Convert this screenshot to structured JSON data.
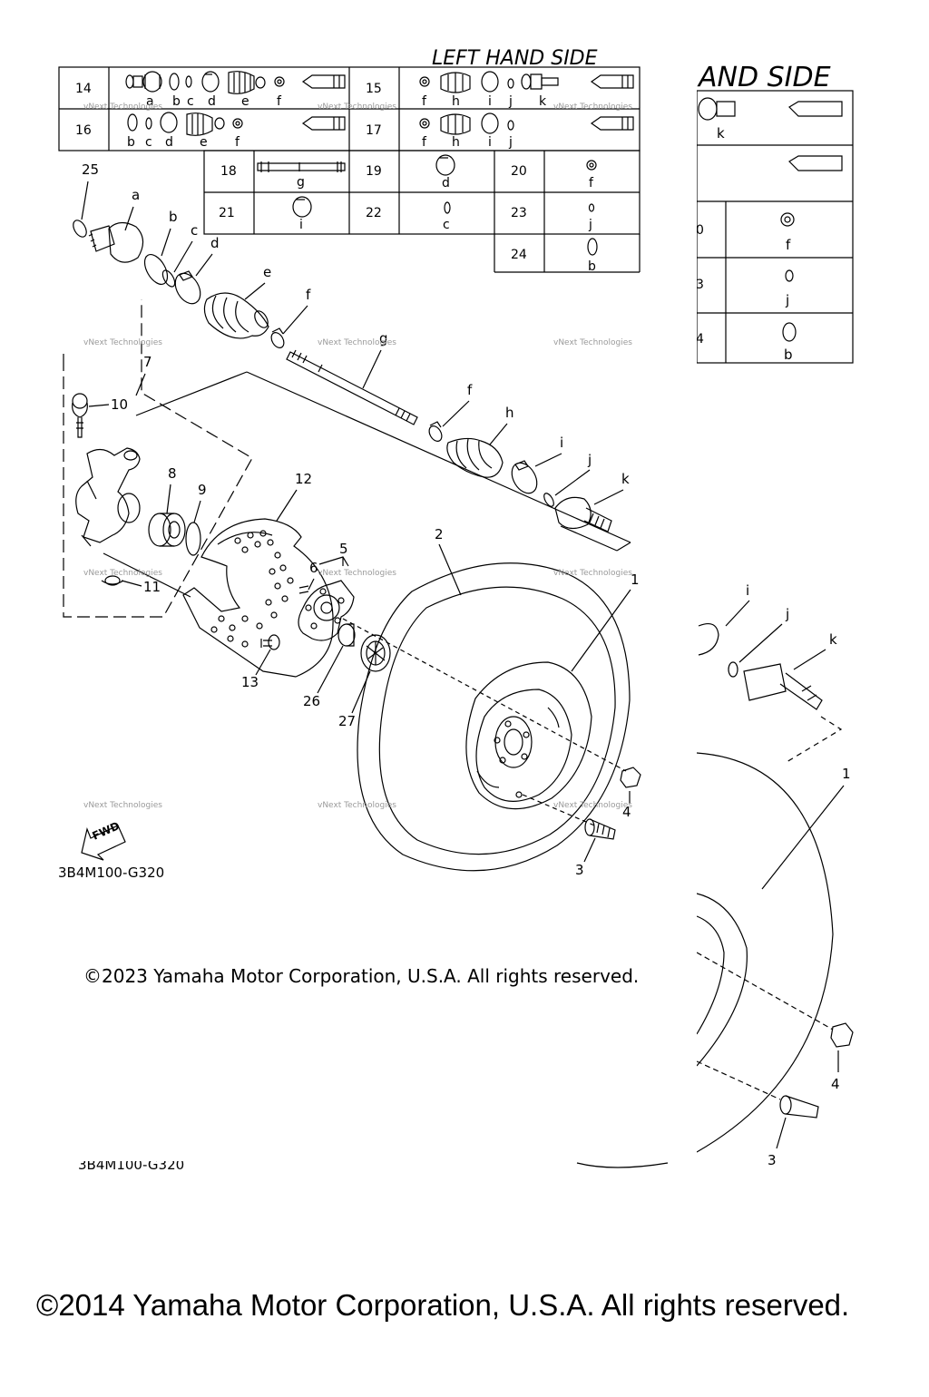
{
  "header": {
    "left_title": "LEFT HAND SIDE",
    "right_title_fragment": "AND SIDE"
  },
  "kit_table": {
    "rows": [
      {
        "ref": "14",
        "letters": [
          "a",
          "b",
          "c",
          "d",
          "e",
          "f"
        ]
      },
      {
        "ref": "15",
        "letters": [
          "f",
          "h",
          "i",
          "j",
          "k"
        ]
      },
      {
        "ref": "16",
        "letters": [
          "b",
          "c",
          "d",
          "e",
          "f"
        ]
      },
      {
        "ref": "17",
        "letters": [
          "f",
          "h",
          "i",
          "j"
        ]
      }
    ],
    "singles": [
      {
        "ref": "18",
        "letter": "g"
      },
      {
        "ref": "19",
        "letter": "d"
      },
      {
        "ref": "20",
        "letter": "f"
      },
      {
        "ref": "21",
        "letter": "i"
      },
      {
        "ref": "22",
        "letter": "c"
      },
      {
        "ref": "23",
        "letter": "j"
      },
      {
        "ref": "24",
        "letter": "b"
      }
    ]
  },
  "right_table": {
    "cells": [
      {
        "ref": "0",
        "letter": "f"
      },
      {
        "ref": "3",
        "letter": "j"
      },
      {
        "ref": "4",
        "letter": "b"
      }
    ],
    "top_letter": "k"
  },
  "callouts": {
    "p25": "25",
    "pa": "a",
    "pb": "b",
    "pc": "c",
    "pd": "d",
    "pe": "e",
    "pf1": "f",
    "pg": "g",
    "pf2": "f",
    "ph": "h",
    "pi": "i",
    "pj": "j",
    "pk": "k",
    "p7": "7",
    "p10": "10",
    "p8": "8",
    "p9": "9",
    "p11": "11",
    "p12": "12",
    "p2": "2",
    "p5": "5",
    "p6": "6",
    "p1": "1",
    "p13": "13",
    "p26": "26",
    "p27": "27",
    "p4": "4",
    "p3": "3",
    "r_i": "i",
    "r_j": "j",
    "r_k": "k",
    "r_1": "1",
    "r_4": "4",
    "r_3": "3"
  },
  "watermark": "vNext Technologies",
  "fwd_label": "FWD",
  "diagram_code": "3B4M100-G320",
  "copyright_2023": "©2023 Yamaha Motor Corporation, U.S.A. All rights reserved.",
  "copyright_2014": "©2014 Yamaha Motor Corporation, U.S.A. All rights reserved."
}
